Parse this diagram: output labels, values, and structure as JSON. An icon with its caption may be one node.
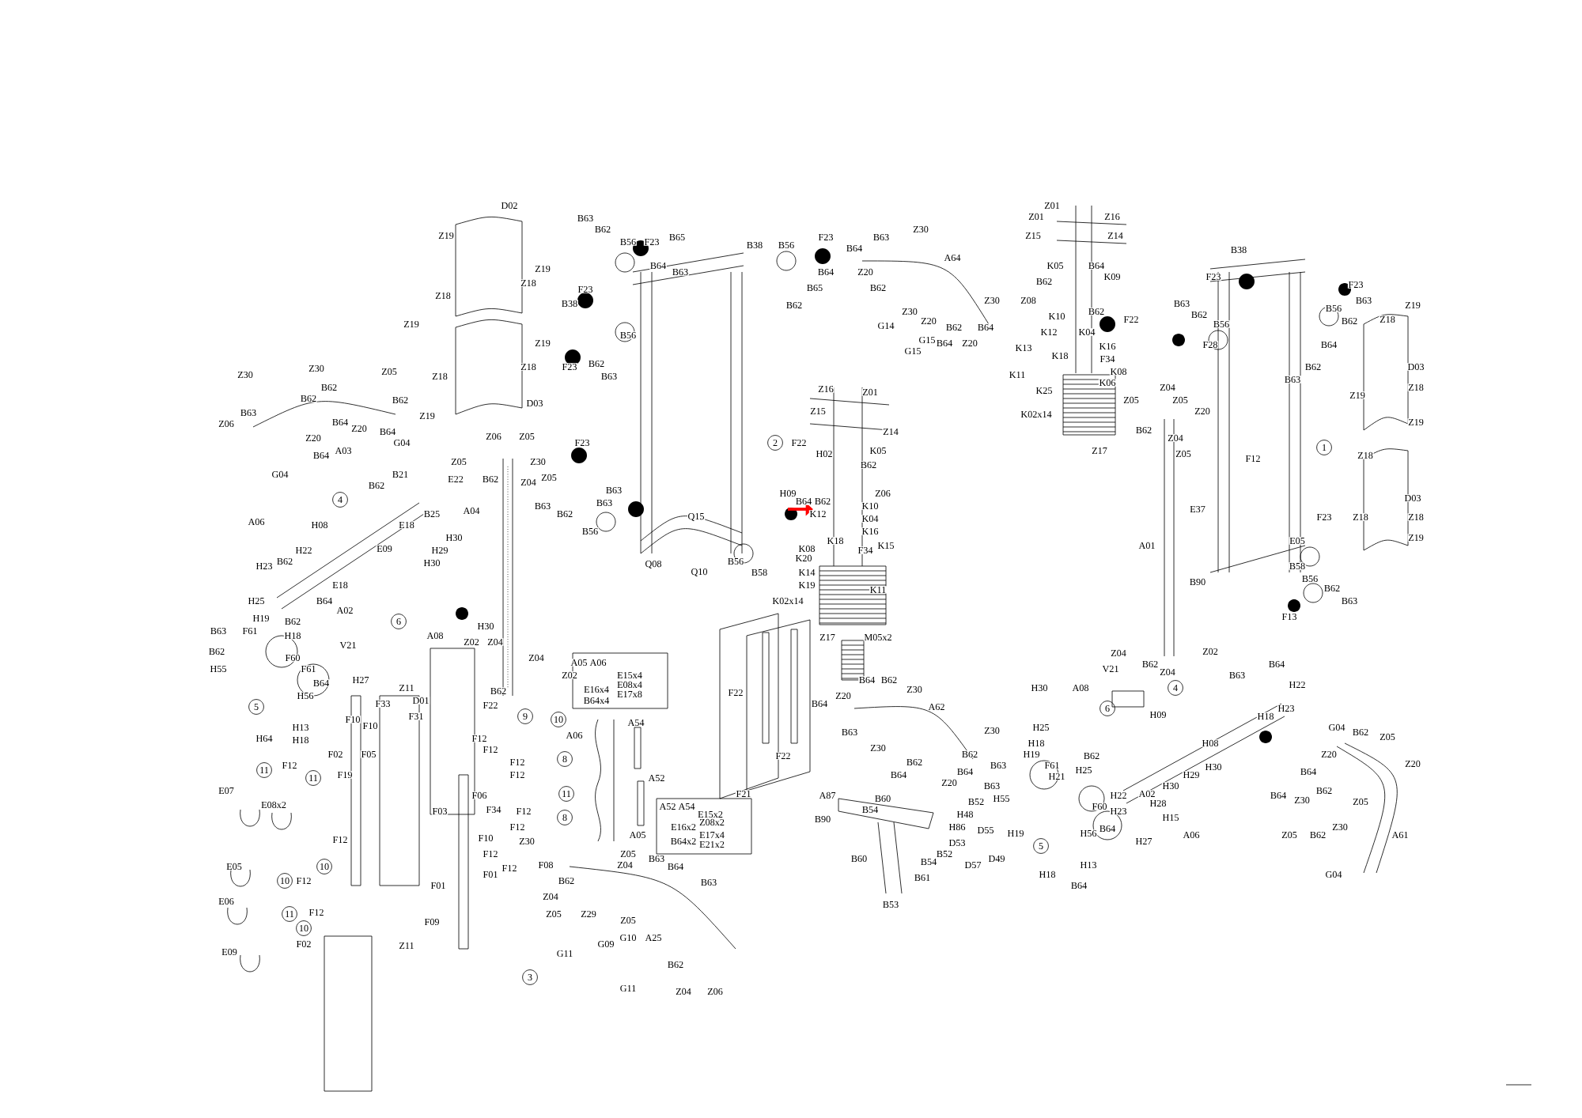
{
  "diagram": {
    "labels": [
      "D02",
      "Z19",
      "Z18",
      "Z19",
      "Z18",
      "Z19",
      "Z19",
      "Z18",
      "Z18",
      "Z19",
      "D03",
      "B63",
      "B62",
      "B56",
      "F23",
      "B65",
      "B64",
      "B63",
      "F23",
      "B38",
      "B56",
      "F23",
      "B62",
      "B63",
      "Z30",
      "Z30",
      "Z05",
      "B62",
      "B62",
      "B62",
      "B63",
      "Z06",
      "B64",
      "Z20",
      "B64",
      "G04",
      "Z20",
      "A03",
      "B64",
      "G04",
      "Z06",
      "Z05",
      "Z05",
      "Z30",
      "B62",
      "Z04",
      "Z05",
      "A04",
      "F23",
      "B63",
      "B63",
      "B62",
      "B63",
      "B56",
      "B21",
      "E22",
      "B62",
      "B25",
      "E18",
      "4",
      "A06",
      "H08",
      "Q15",
      "B38",
      "B56",
      "F23",
      "B65",
      "B62",
      "B63",
      "Z30",
      "B64",
      "B64",
      "Z20",
      "A64",
      "B62",
      "Z30",
      "Z30",
      "Z20",
      "B62",
      "B64",
      "G14",
      "G15",
      "G15",
      "B64",
      "Z20",
      "2",
      "Z16",
      "Z01",
      "Z15",
      "Z14",
      "F22",
      "H02",
      "K05",
      "B62",
      "Z06",
      "H09",
      "B64",
      "B62",
      "K10",
      "K12",
      "K04",
      "K16",
      "K18",
      "F34",
      "K15",
      "K08",
      "K20",
      "K14",
      "K19",
      "K11",
      "K02x14",
      "Z17",
      "M05x2",
      "Q08",
      "Q10",
      "B56",
      "B58",
      "Z01",
      "Z01",
      "Z16",
      "Z15",
      "Z14",
      "K05",
      "B64",
      "B62",
      "K09",
      "Z08",
      "K10",
      "B62",
      "F22",
      "K12",
      "K04",
      "K16",
      "K13",
      "K18",
      "F34",
      "K11",
      "K08",
      "K06",
      "K25",
      "K02x14",
      "Z17",
      "B38",
      "F23",
      "F23",
      "B63",
      "B56",
      "B63",
      "B62",
      "B56",
      "B62",
      "F28",
      "B64",
      "B62",
      "B63",
      "Z19",
      "Z18",
      "D03",
      "Z18",
      "Z19",
      "Z19",
      "Z18",
      "D03",
      "Z18",
      "Z18",
      "Z19",
      "Z04",
      "Z05",
      "Z05",
      "Z20",
      "B62",
      "Z04",
      "Z05",
      "1",
      "F12",
      "A01",
      "E37",
      "F23",
      "E05",
      "B58",
      "B90",
      "B56",
      "B62",
      "B63",
      "F13",
      "E09",
      "H30",
      "H29",
      "H30",
      "H23",
      "H22",
      "B62",
      "E18",
      "B64",
      "A02",
      "V21",
      "H25",
      "H19",
      "B62",
      "B63",
      "F61",
      "B62",
      "H18",
      "H55",
      "F60",
      "F61",
      "B64",
      "H56",
      "5",
      "H13",
      "H64",
      "H18",
      "H27",
      "6",
      "A08",
      "H30",
      "Z02",
      "Z04",
      "Z04",
      "Z02",
      "B62",
      "F22",
      "A05 A06",
      "E15x4",
      "E08x4",
      "E16x4",
      "E17x8",
      "B64x4",
      "Z11",
      "D01",
      "F33",
      "F31",
      "F10",
      "F10",
      "F05",
      "F02",
      "F03",
      "F12",
      "9",
      "10",
      "F12",
      "F12",
      "8",
      "F12",
      "11",
      "F06",
      "F34",
      "F12",
      "8",
      "F12",
      "F10",
      "Z30",
      "F12",
      "F08",
      "F12",
      "A06",
      "A54",
      "A52",
      "A05",
      "A52 A54",
      "E15x2",
      "Z08x2",
      "E16x2",
      "E17x4",
      "B64x2",
      "E21x2",
      "F01",
      "F01",
      "F09",
      "Z11",
      "F02",
      "F12",
      "11",
      "E07",
      "11",
      "F19",
      "E08x2",
      "F12",
      "10",
      "E05",
      "10",
      "F12",
      "E06",
      "11",
      "F12",
      "10",
      "E09",
      "Z04",
      "Z05",
      "B63",
      "B64",
      "B62",
      "B63",
      "Z04",
      "Z29",
      "Z05",
      "Z05",
      "G09",
      "G10",
      "A25",
      "3",
      "G11",
      "B62",
      "Z04",
      "Z06",
      "G11",
      "F22",
      "F22",
      "F21",
      "B64",
      "B62",
      "Z30",
      "Z20",
      "B64",
      "A62",
      "B63",
      "Z30",
      "Z30",
      "B62",
      "B62",
      "B64",
      "B64",
      "Z20",
      "A87",
      "B60",
      "B52",
      "B54",
      "H48",
      "B90",
      "H86",
      "B52",
      "B60",
      "B54",
      "B61",
      "B53",
      "D55",
      "D53",
      "D49",
      "D57",
      "Z04",
      "B62",
      "Z04",
      "Z02",
      "V21",
      "H30",
      "A08",
      "6",
      "4",
      "B63",
      "B64",
      "H22",
      "H23",
      "H18",
      "H09",
      "H08",
      "H30",
      "H29",
      "H30",
      "A02",
      "H28",
      "H15",
      "A06",
      "H27",
      "H25",
      "H18",
      "H19",
      "B62",
      "F61",
      "H21",
      "H25",
      "H22",
      "H23",
      "F60",
      "B64",
      "H56",
      "B63",
      "B63",
      "H55",
      "H19",
      "5",
      "H13",
      "H18",
      "B64",
      "G04",
      "B62",
      "Z05",
      "Z20",
      "Z20",
      "B64",
      "B62",
      "Z30",
      "B64",
      "Z05",
      "Z30",
      "B62",
      "Z05",
      "A61",
      "G04"
    ]
  }
}
